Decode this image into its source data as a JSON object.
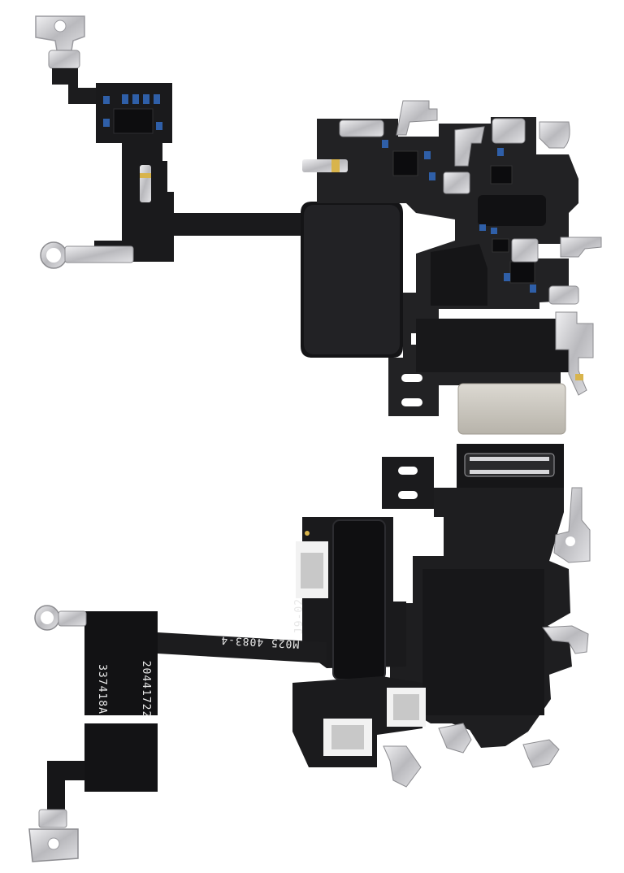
{
  "image": {
    "subject": "WiFi antenna flex cable, front and back",
    "background_color": "#ffffff",
    "flex_color": "#1c1c1e",
    "metal_color": "#c9c9cc"
  },
  "printed_markings": {
    "part_code_1": "337418A",
    "part_code_2": "20441722",
    "trace_code": "M025 4083-4",
    "revision": "J9-02"
  }
}
